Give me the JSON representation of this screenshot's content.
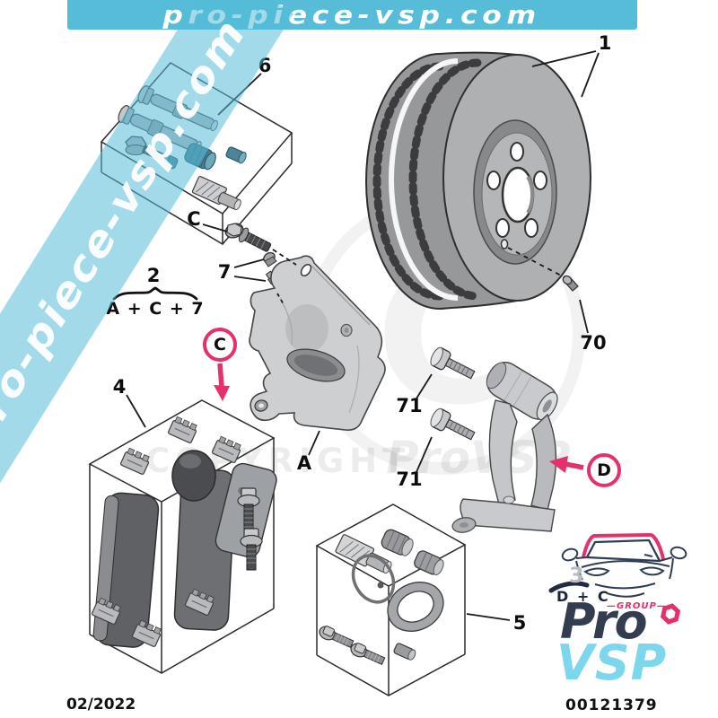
{
  "header": {
    "title": "pro-piece-vsp.com"
  },
  "watermarks": {
    "diagonal": "pro-piece-vsp.com",
    "copyright": "COPYRIGHT",
    "brand": "ProVSP",
    "symbol_letter": "C"
  },
  "labels": {
    "disc": "1",
    "pin_kit": "6",
    "bolt_c": "C",
    "bleed_kit": "7",
    "assembly_num": "2",
    "assembly_formula": "A + C + 7",
    "pad_kit": "4",
    "caliper": "A",
    "guide_bolt_top": "71",
    "guide_bolt_bottom": "71",
    "disc_screw": "70",
    "seal_kit": "5",
    "circled_c": "C",
    "circled_d": "D"
  },
  "logo": {
    "number": "3",
    "dc": "D + C",
    "group": "—GROUP—",
    "pro": "Pro",
    "vsp": "VSP"
  },
  "footer": {
    "date": "02/2022",
    "reference": "00121379"
  },
  "colors": {
    "banner_blue": "#56bcd8",
    "accent_pink": "#e5306a",
    "vsp_blue": "#7cd6ec",
    "navy": "#2b3547"
  }
}
